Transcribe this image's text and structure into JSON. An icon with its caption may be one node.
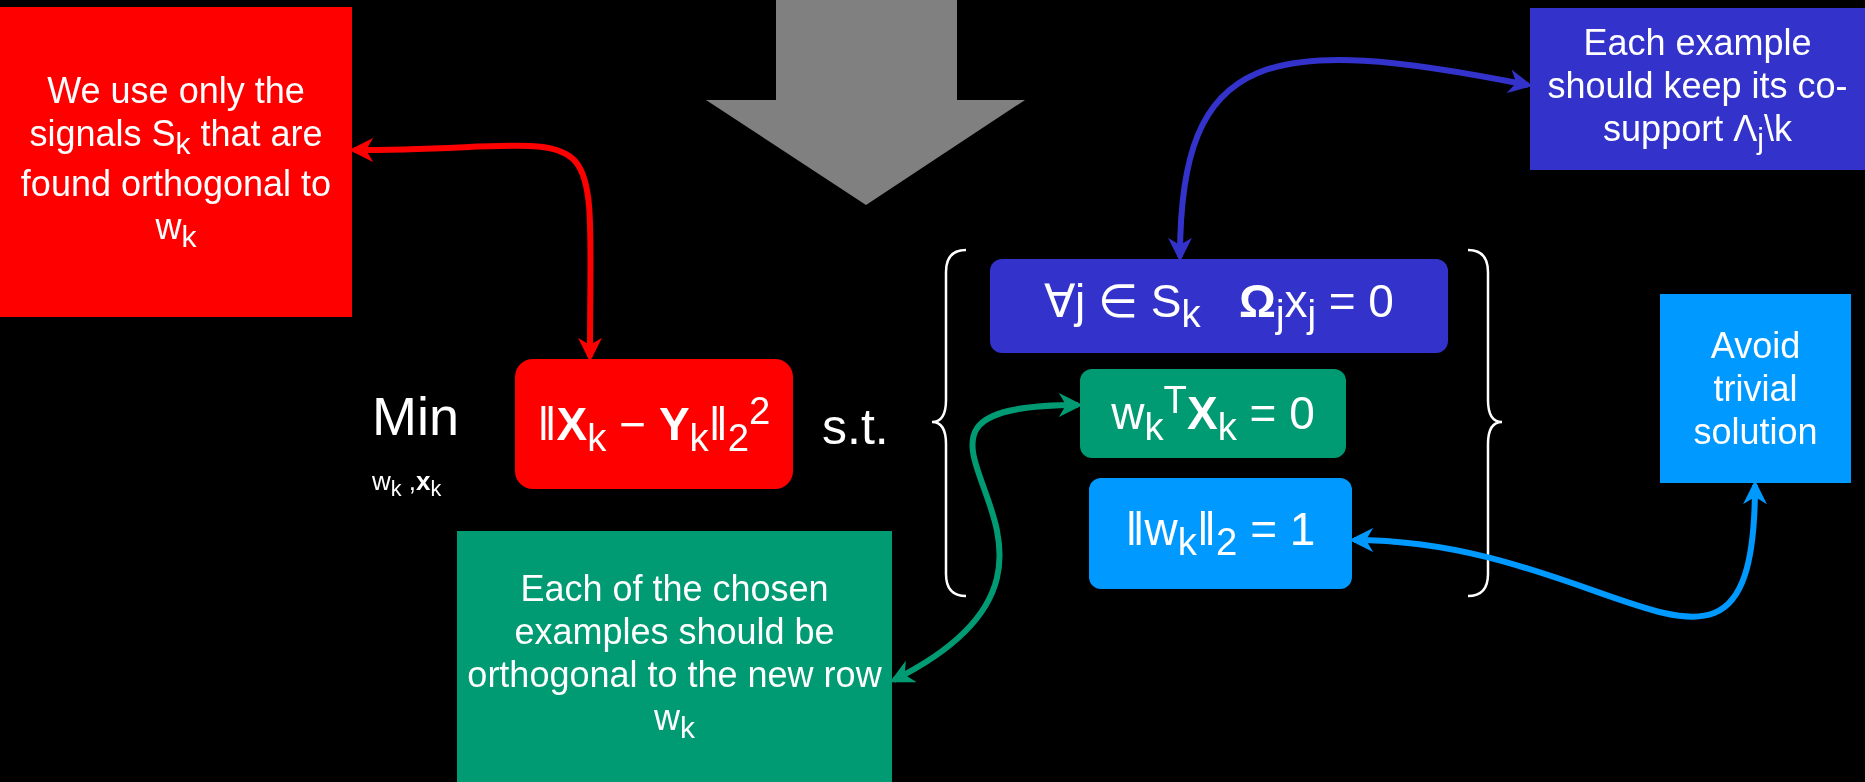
{
  "diagram": {
    "nodes": [
      {
        "text": [
          "We use only the signals S$_{k}$ that are found orthogonal to w$_{k}$"
        ]
      },
      {
        "text": [
          "‖**X**$_{k}$ − **Y**$_{k}$‖$_{2}$$^{2}$"
        ]
      },
      {
        "text": [
          "∀j ∈ S$_{k}$   **Ω**$_{j}$x$_{j}$ = 0"
        ]
      },
      {
        "text": [
          "w$_{k}$$^{T}$**X**$_{k}$ = 0"
        ]
      },
      {
        "text": [
          "‖w$_{k}$‖$_{2}$ = 1"
        ]
      },
      {
        "text": [
          "Each example should keep its co-support Λ$_{j}$\\k"
        ]
      },
      {
        "text": [
          "Avoid trivial solution"
        ]
      },
      {
        "text": [
          "Each of the chosen examples should be orthogonal to the new row w$_{k}$"
        ]
      }
    ],
    "edges": [
      {
        "from": 0,
        "to": 1,
        "arrow": "both",
        "color": "#ff0000"
      },
      {
        "from": 5,
        "to": 2,
        "arrow": "both",
        "color": "#3333cc"
      },
      {
        "from": 7,
        "to": 3,
        "arrow": "both",
        "color": "#009a73"
      },
      {
        "from": 4,
        "to": 6,
        "arrow": "both",
        "color": "#0099ff"
      }
    ],
    "labels": [
      "Min",
      "w$_{k}$ ,**x**$_{k}$",
      "s.t."
    ]
  }
}
